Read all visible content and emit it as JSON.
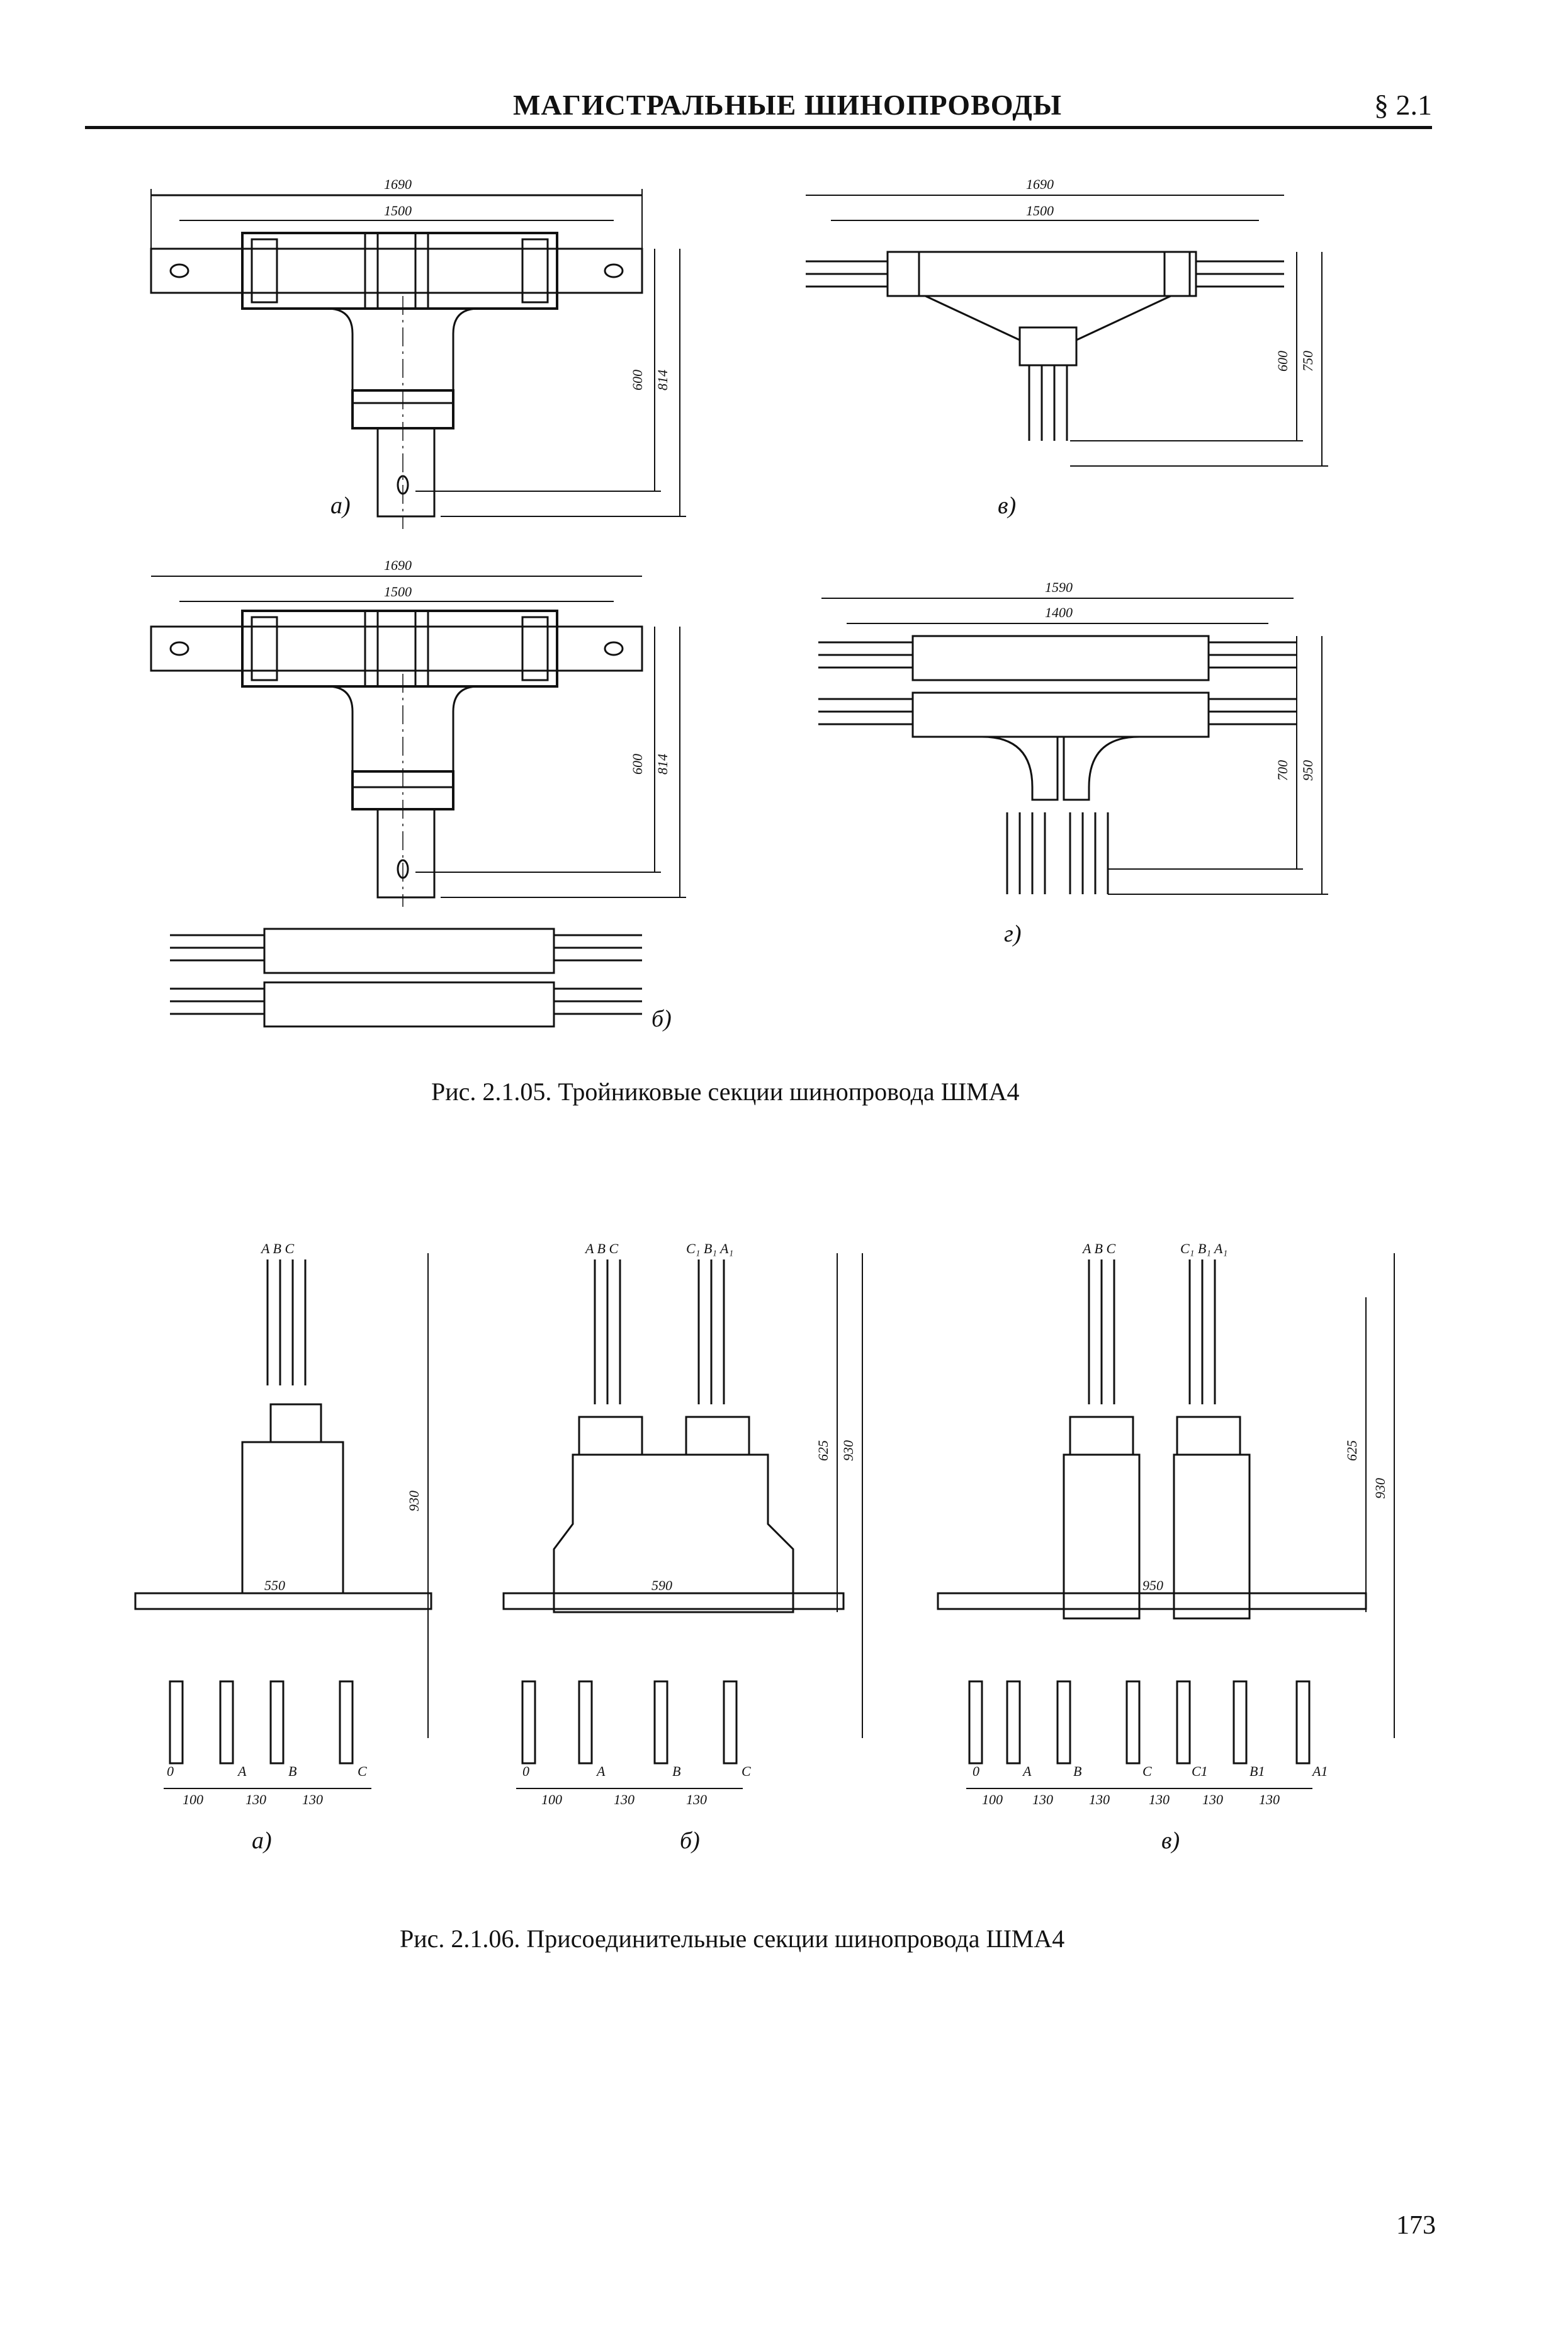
{
  "header": {
    "title": "МАГИСТРАЛЬНЫЕ ШИНОПРОВОДЫ",
    "section": "§ 2.1"
  },
  "figure1": {
    "caption": "Рис. 2.1.05. Тройниковые секции шинопровода ШМА4",
    "a": {
      "label": "а)",
      "dims": [
        "1690",
        "1500",
        "600",
        "814"
      ]
    },
    "b": {
      "label": "б)",
      "dims": [
        "1690",
        "1500",
        "600",
        "814"
      ]
    },
    "v": {
      "label": "в)",
      "dims": [
        "1690",
        "1500",
        "600",
        "750"
      ]
    },
    "g": {
      "label": "г)",
      "dims": [
        "1590",
        "1400",
        "700",
        "950"
      ]
    }
  },
  "figure2": {
    "caption": "Рис. 2.1.06. Присоединительные секции шинопровода ШМА4",
    "a": {
      "label": "а)",
      "phases_top": "A B C",
      "width": "550",
      "height": "930",
      "bottom_labels": [
        "0",
        "A",
        "B",
        "C"
      ],
      "bottom_dims": [
        "100",
        "130",
        "130"
      ]
    },
    "b": {
      "label": "б)",
      "phases_top_left": "A B C",
      "phases_top_right": "C₁ B₁ A₁",
      "width": "590",
      "heights": [
        "625",
        "930"
      ],
      "bottom_labels": [
        "0",
        "A",
        "B",
        "C"
      ],
      "bottom_dims": [
        "100",
        "130",
        "130"
      ]
    },
    "v": {
      "label": "в)",
      "phases_top_left": "A B C",
      "phases_top_right": "C₁ B₁ A₁",
      "width": "950",
      "heights": [
        "625",
        "930"
      ],
      "bottom_labels": [
        "0",
        "A",
        "B",
        "C",
        "C1",
        "B1",
        "A1"
      ],
      "bottom_dims": [
        "100",
        "130",
        "130",
        "130",
        "130",
        "130"
      ]
    }
  },
  "page_number": "173"
}
